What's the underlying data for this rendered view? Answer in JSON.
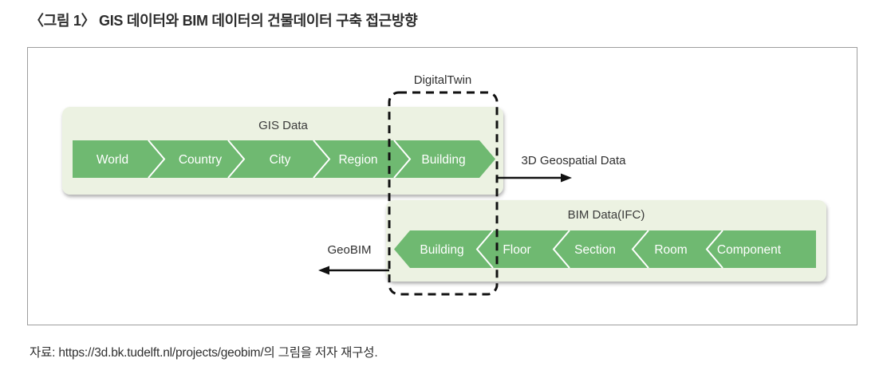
{
  "title": "〈그림 1〉 GIS 데이터와 BIM 데이터의 건물데이터 구축 접근방향",
  "source": "자료: https://3d.bk.tudelft.nl/projects/geobim/의 그림을 저자 재구성.",
  "digital_twin_label": "DigitalTwin",
  "gis": {
    "label": "GIS Data",
    "segments": [
      "World",
      "Country",
      "City",
      "Region",
      "Building"
    ]
  },
  "bim": {
    "label": "BIM Data(IFC)",
    "segments": [
      "Building",
      "Floor",
      "Section",
      "Room",
      "Component"
    ]
  },
  "outputs": {
    "geospatial_label": "3D Geospatial Data",
    "geobim_label": "GeoBIM"
  },
  "colors": {
    "chevron_green": "#6fb971",
    "panel_green": "#ecf2e2"
  }
}
